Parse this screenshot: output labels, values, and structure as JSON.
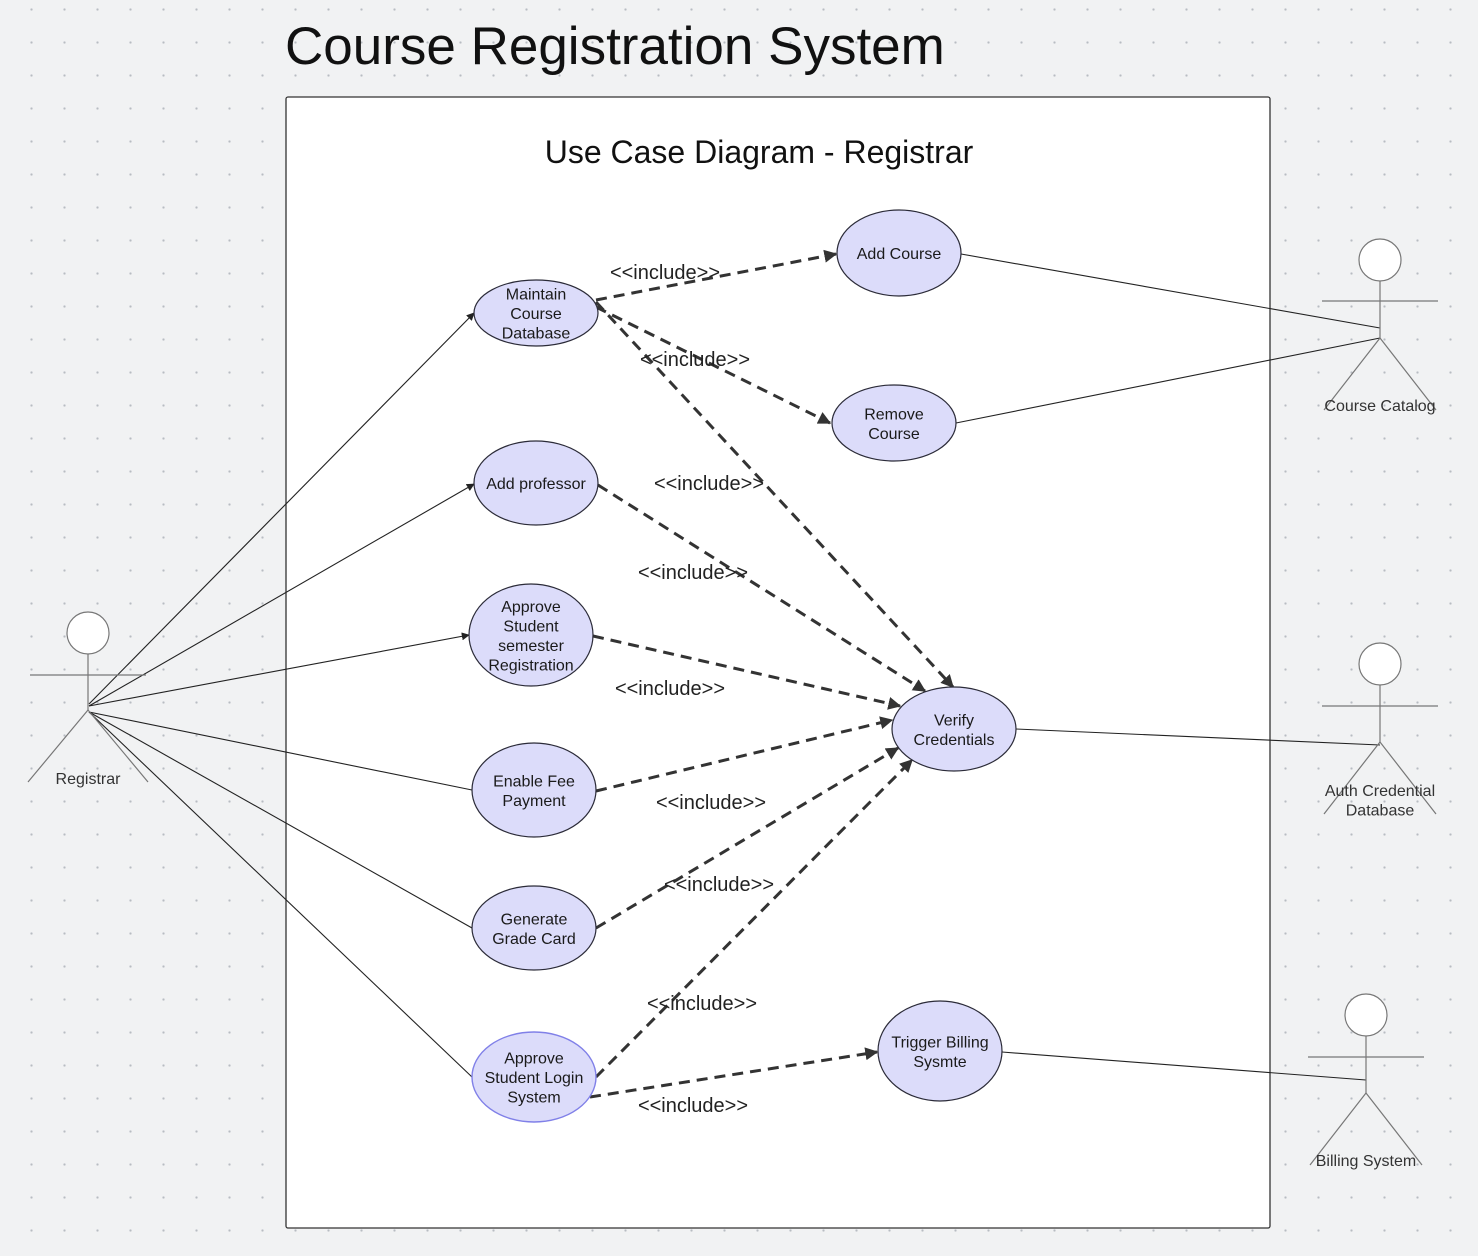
{
  "title": "Course Registration System",
  "system_boundary": {
    "label": "Use Case Diagram - Registrar"
  },
  "actors": [
    {
      "id": "registrar",
      "label": "Registrar"
    },
    {
      "id": "course-catalog",
      "label": "Course Catalog"
    },
    {
      "id": "auth-credential-database",
      "label": "Auth Credential\nDatabase"
    },
    {
      "id": "billing-system",
      "label": "Billing System"
    }
  ],
  "use_cases": [
    {
      "id": "maintain-course-database",
      "label": "Maintain\nCourse\nDatabase"
    },
    {
      "id": "add-professor",
      "label": "Add professor"
    },
    {
      "id": "approve-student-semester-registration",
      "label": "Approve\nStudent\nsemester\nRegistration"
    },
    {
      "id": "enable-fee-payment",
      "label": "Enable Fee\nPayment"
    },
    {
      "id": "generate-grade-card",
      "label": "Generate\nGrade Card"
    },
    {
      "id": "approve-student-login-system",
      "label": "Approve\nStudent Login\nSystem",
      "highlighted": true
    },
    {
      "id": "add-course",
      "label": "Add Course"
    },
    {
      "id": "remove-course",
      "label": "Remove\nCourse"
    },
    {
      "id": "verify-credentials",
      "label": "Verify\nCredentials"
    },
    {
      "id": "trigger-billing-sysmte",
      "label": "Trigger Billing\nSysmte"
    }
  ],
  "associations": [
    {
      "from": "registrar",
      "to": "maintain-course-database"
    },
    {
      "from": "registrar",
      "to": "add-professor"
    },
    {
      "from": "registrar",
      "to": "approve-student-semester-registration"
    },
    {
      "from": "registrar",
      "to": "enable-fee-payment"
    },
    {
      "from": "registrar",
      "to": "generate-grade-card"
    },
    {
      "from": "registrar",
      "to": "approve-student-login-system"
    },
    {
      "from": "add-course",
      "to": "course-catalog"
    },
    {
      "from": "remove-course",
      "to": "course-catalog"
    },
    {
      "from": "verify-credentials",
      "to": "auth-credential-database"
    },
    {
      "from": "trigger-billing-sysmte",
      "to": "billing-system"
    }
  ],
  "includes": [
    {
      "from": "maintain-course-database",
      "to": "add-course",
      "label": "<<include>>"
    },
    {
      "from": "maintain-course-database",
      "to": "remove-course",
      "label": "<<include>>"
    },
    {
      "from": "maintain-course-database",
      "to": "verify-credentials",
      "label": "<<include>>"
    },
    {
      "from": "add-professor",
      "to": "verify-credentials",
      "label": "<<include>>"
    },
    {
      "from": "approve-student-semester-registration",
      "to": "verify-credentials",
      "label": "<<include>>"
    },
    {
      "from": "enable-fee-payment",
      "to": "verify-credentials",
      "label": "<<include>>"
    },
    {
      "from": "generate-grade-card",
      "to": "verify-credentials",
      "label": "<<include>>"
    },
    {
      "from": "approve-student-login-system",
      "to": "verify-credentials",
      "label": "<<include>>"
    },
    {
      "from": "approve-student-login-system",
      "to": "trigger-billing-sysmte",
      "label": "<<include>>"
    }
  ],
  "colors": {
    "use_case_fill": "#dcdcfa",
    "use_case_stroke": "#2b2b38",
    "highlight_stroke": "#8080e8",
    "actor_stroke": "#777777",
    "background": "#f1f2f3"
  }
}
